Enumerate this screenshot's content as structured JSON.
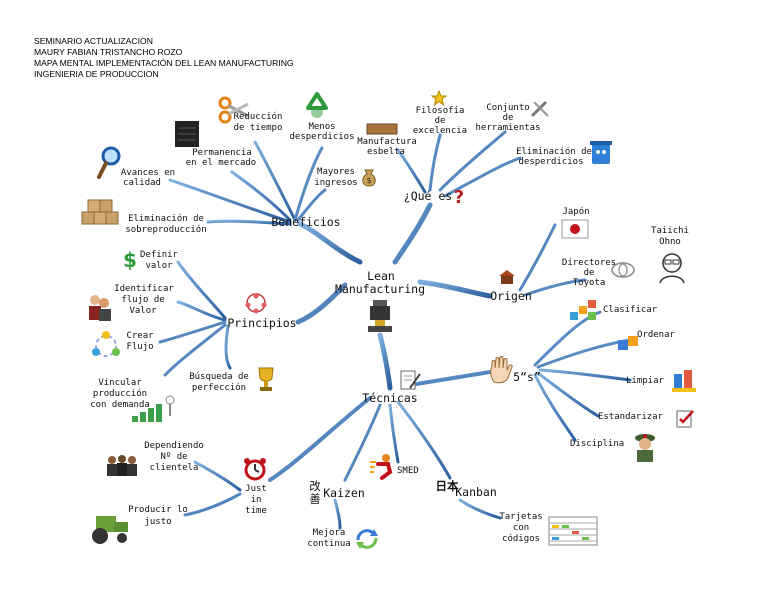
{
  "header": {
    "line1": "SEMINARIO ACTUALIZACION",
    "line2": "MAURY FABIAN TRISTANCHO ROZO",
    "line3": "MAPA MENTAL   IMPLEMENTACIÓN DEL LEAN MANUFACTURING",
    "line4": "INGENIERIA DE PRODUCCION"
  },
  "center": {
    "line1": "Lean",
    "line2": "Manufacturing"
  },
  "beneficios": {
    "label": "Beneficios",
    "items": [
      {
        "l1": "Reducción",
        "l2": "de tiempo"
      },
      {
        "l1": "Menos",
        "l2": "desperdicios"
      },
      {
        "l1": "Permanencia",
        "l2": "en el mercado"
      },
      {
        "l1": "Mayores",
        "l2": "ingresos"
      },
      {
        "l1": "Avances en",
        "l2": "calidad"
      },
      {
        "l1": "Eliminación de",
        "l2": "sobreproducción"
      }
    ]
  },
  "que_es": {
    "label": "¿Qué es",
    "items": [
      {
        "l1": "Filosofía",
        "l2": "de",
        "l3": "excelencia"
      },
      {
        "l1": "Conjunto",
        "l2": "de",
        "l3": "herramientas"
      },
      {
        "l1": "Manufactura",
        "l2": "esbelta"
      },
      {
        "l1": "Eliminación de",
        "l2": "desperdicios"
      }
    ]
  },
  "origen": {
    "label": "Origen",
    "items": [
      {
        "l1": "Japón"
      },
      {
        "l1": "Directores",
        "l2": "de",
        "l3": "Toyota"
      },
      {
        "l1": "Taiichi",
        "l2": "Ohno"
      }
    ]
  },
  "principios": {
    "label": "Principios",
    "items": [
      {
        "l1": "Definir",
        "l2": "valor"
      },
      {
        "l1": "Identificar",
        "l2": "flujo de",
        "l3": "Valor"
      },
      {
        "l1": "Crear",
        "l2": "Flujo"
      },
      {
        "l1": "Vincular",
        "l2": "producción",
        "l3": "con demanda"
      },
      {
        "l1": "Búsqueda de",
        "l2": "perfección"
      }
    ]
  },
  "cinco_s": {
    "label": "5“s”",
    "items": [
      "Clasificar",
      "Ordenar",
      "Limpiar",
      "Estandarizar",
      "Disciplina"
    ]
  },
  "tecnicas": {
    "label": "Técnicas"
  },
  "just_in_time": {
    "l1": "Just",
    "l2": "in",
    "l3": "time",
    "items": [
      {
        "l1": "Dependiendo",
        "l2": "Nº de",
        "l3": "clientela"
      },
      {
        "l1": "Producir lo",
        "l2": "justo"
      }
    ]
  },
  "kaizen": {
    "label": "Kaizen",
    "glyph1": "改",
    "glyph2": "善",
    "item": {
      "l1": "Mejora",
      "l2": "continua"
    }
  },
  "smed": {
    "label": "SMED"
  },
  "kanban": {
    "label": "Kanban",
    "glyph": "日本",
    "item": {
      "l1": "Tarjetas",
      "l2": "con",
      "l3": "códigos"
    }
  },
  "colors": {
    "branch": "#4a86c8",
    "branch_dark": "#2b5f9e",
    "text": "#111111"
  }
}
